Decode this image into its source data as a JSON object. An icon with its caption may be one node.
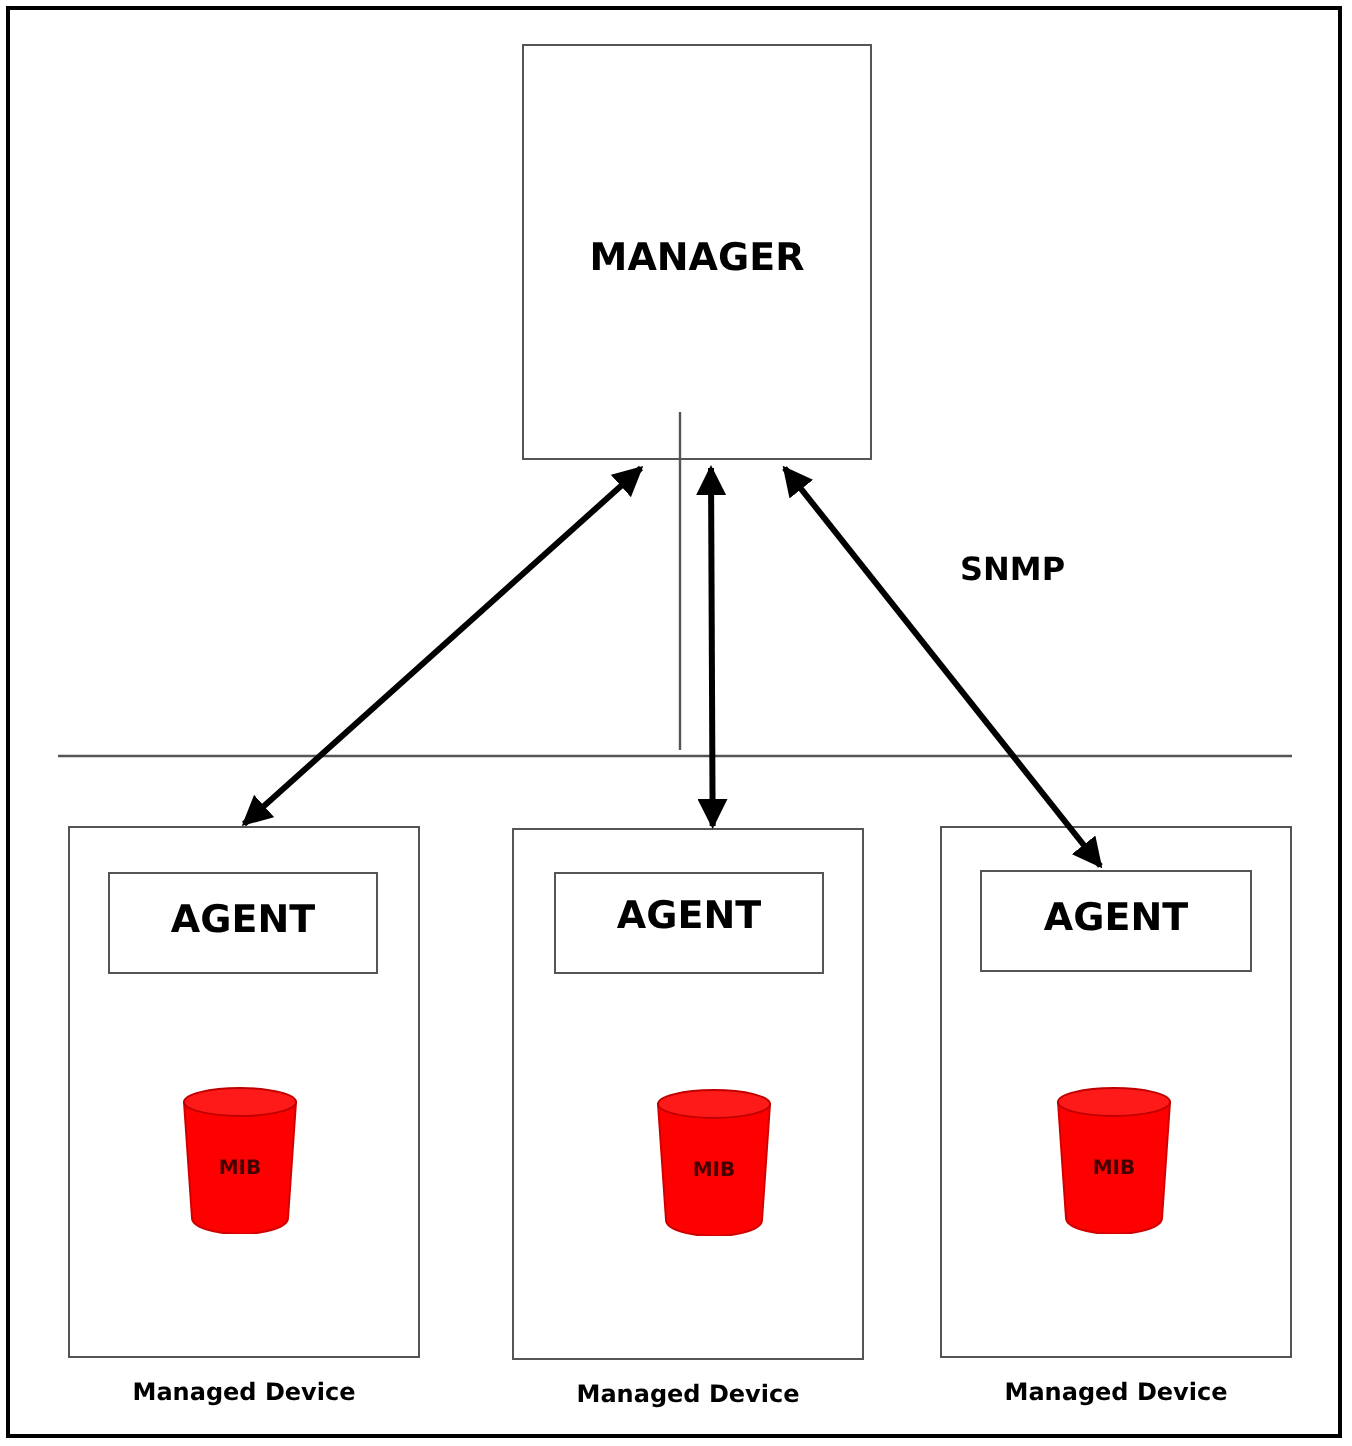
{
  "diagram": {
    "nodes": [
      {
        "text": [
          "MANAGER"
        ]
      },
      {
        "text": [],
        "shape": "box",
        "beside": [
          "Managed Device"
        ]
      },
      {
        "text": [
          "AGENT"
        ],
        "in": 1
      },
      {
        "text": [
          "MIB"
        ],
        "in": 1
      },
      {
        "text": [],
        "shape": "box",
        "beside": [
          "Managed Device"
        ]
      },
      {
        "text": [
          "AGENT"
        ],
        "in": 4
      },
      {
        "text": [
          "MIB"
        ],
        "in": 4
      },
      {
        "text": [],
        "shape": "box",
        "beside": [
          "Managed Device"
        ]
      },
      {
        "text": [
          "AGENT"
        ],
        "in": 7
      },
      {
        "text": [
          "MIB"
        ],
        "in": 7
      }
    ],
    "edges": [
      {
        "from": 0,
        "to": 1,
        "arrow": "both"
      },
      {
        "from": 0,
        "to": 4,
        "arrow": "both"
      },
      {
        "from": 0,
        "to": 8,
        "arrow": "both"
      }
    ],
    "labels": [
      "SNMP"
    ]
  }
}
